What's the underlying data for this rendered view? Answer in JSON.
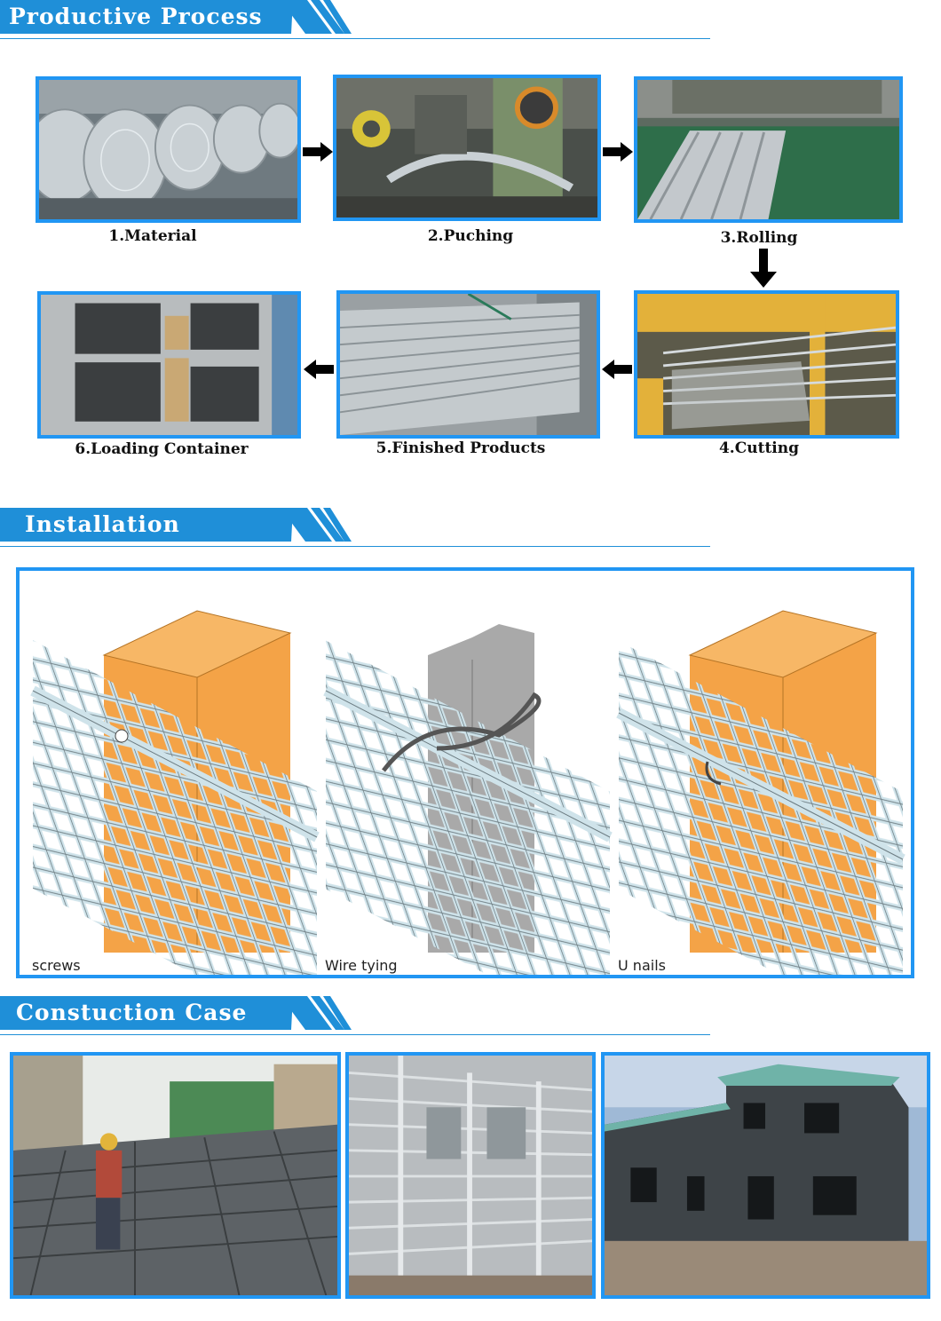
{
  "sections": {
    "process": {
      "title": "Productive Process"
    },
    "installation": {
      "title": "Installation"
    },
    "case": {
      "title": "Constuction Case"
    }
  },
  "process_steps": [
    {
      "label": "1.Material"
    },
    {
      "label": "2.Puching"
    },
    {
      "label": "3.Rolling"
    },
    {
      "label": "4.Cutting"
    },
    {
      "label": "5.Finished Products"
    },
    {
      "label": "6.Loading Container"
    }
  ],
  "installation_methods": [
    {
      "label": "screws"
    },
    {
      "label": "Wire tying"
    },
    {
      "label": "U nails"
    }
  ],
  "colors": {
    "accent": "#1f8fd8",
    "frame": "#2196f3",
    "wood": "#f4a347",
    "steel": "#a9a9a9",
    "mesh": "#cfe3ea"
  }
}
